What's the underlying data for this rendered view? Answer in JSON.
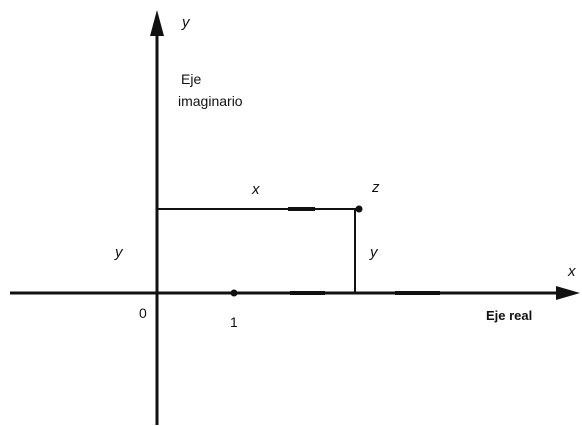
{
  "diagram": {
    "y_axis_top_label": "y",
    "imaginary_axis_label_line1": "Eje",
    "imaginary_axis_label_line2": "imaginario",
    "x_segment_label": "x",
    "point_label": "z",
    "y_left_label": "y",
    "y_right_label": "y",
    "x_axis_label": "x",
    "origin_label": "0",
    "unit_label": "1",
    "real_axis_label": "Eje real"
  },
  "colors": {
    "ink": "#111111",
    "background": "#ffffff"
  }
}
